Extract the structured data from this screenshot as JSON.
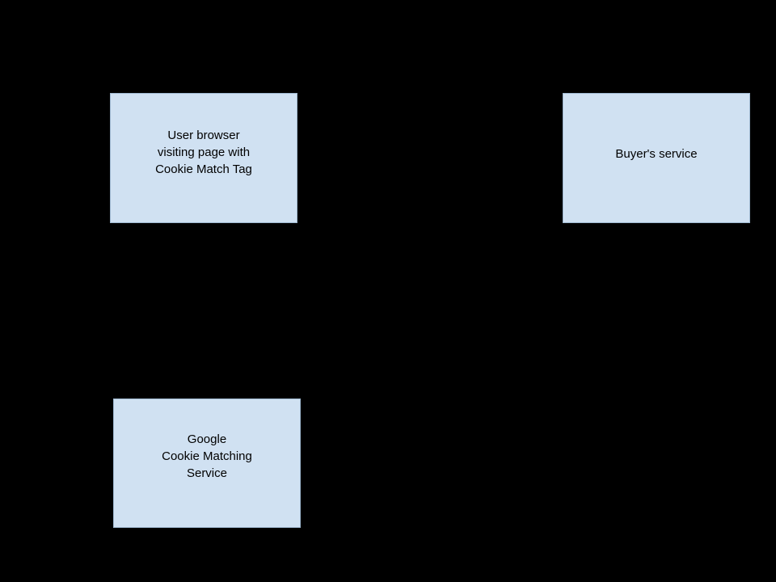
{
  "diagram": {
    "background_color": "#000000",
    "node_fill_color": "#d0e1f2",
    "node_border_color": "#9fb8d0",
    "node_text_color": "#000000",
    "nodes": [
      {
        "id": "user-browser",
        "label": "User browser\nvisiting page with\nCookie Match Tag"
      },
      {
        "id": "buyers-service",
        "label": "Buyer's service"
      },
      {
        "id": "google-cookie-matching-service",
        "label": "Google\nCookie Matching\nService"
      }
    ]
  }
}
